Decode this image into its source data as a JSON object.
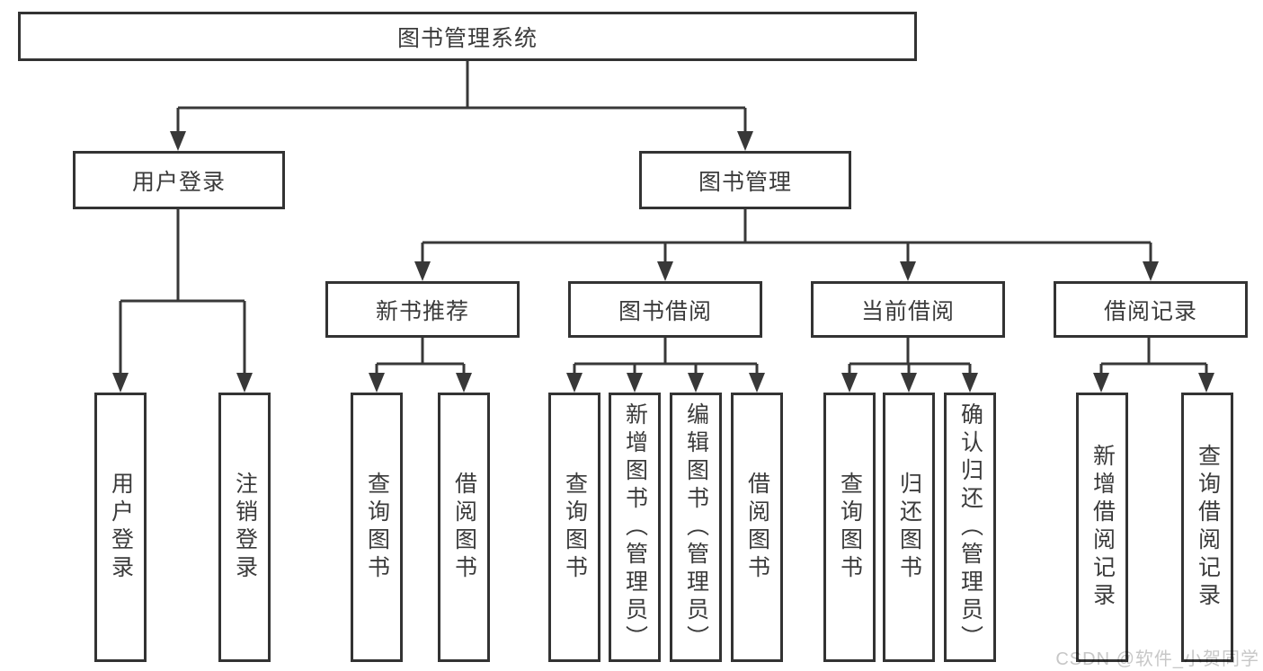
{
  "diagram": {
    "title": "图书管理系统",
    "level2": [
      {
        "label": "用户登录"
      },
      {
        "label": "图书管理"
      }
    ],
    "level3": [
      {
        "label": "新书推荐"
      },
      {
        "label": "图书借阅"
      },
      {
        "label": "当前借阅"
      },
      {
        "label": "借阅记录"
      }
    ],
    "leaves": [
      {
        "label": "用户登录"
      },
      {
        "label": "注销登录"
      },
      {
        "label": "查询图书"
      },
      {
        "label": "借阅图书"
      },
      {
        "label": "查询图书"
      },
      {
        "label": "新增图书（管理员）"
      },
      {
        "label": "编辑图书（管理员）"
      },
      {
        "label": "借阅图书"
      },
      {
        "label": "查询图书"
      },
      {
        "label": "归还图书"
      },
      {
        "label": "确认归还（管理员）"
      },
      {
        "label": "新增借阅记录"
      },
      {
        "label": "查询借阅记录"
      }
    ],
    "watermark": "CSDN @软件_小贺同学",
    "colors": {
      "line": "#383838",
      "box_border": "#333333",
      "text": "#3b3b3b",
      "watermark": "#c7c7c7",
      "background": "#ffffff"
    }
  }
}
